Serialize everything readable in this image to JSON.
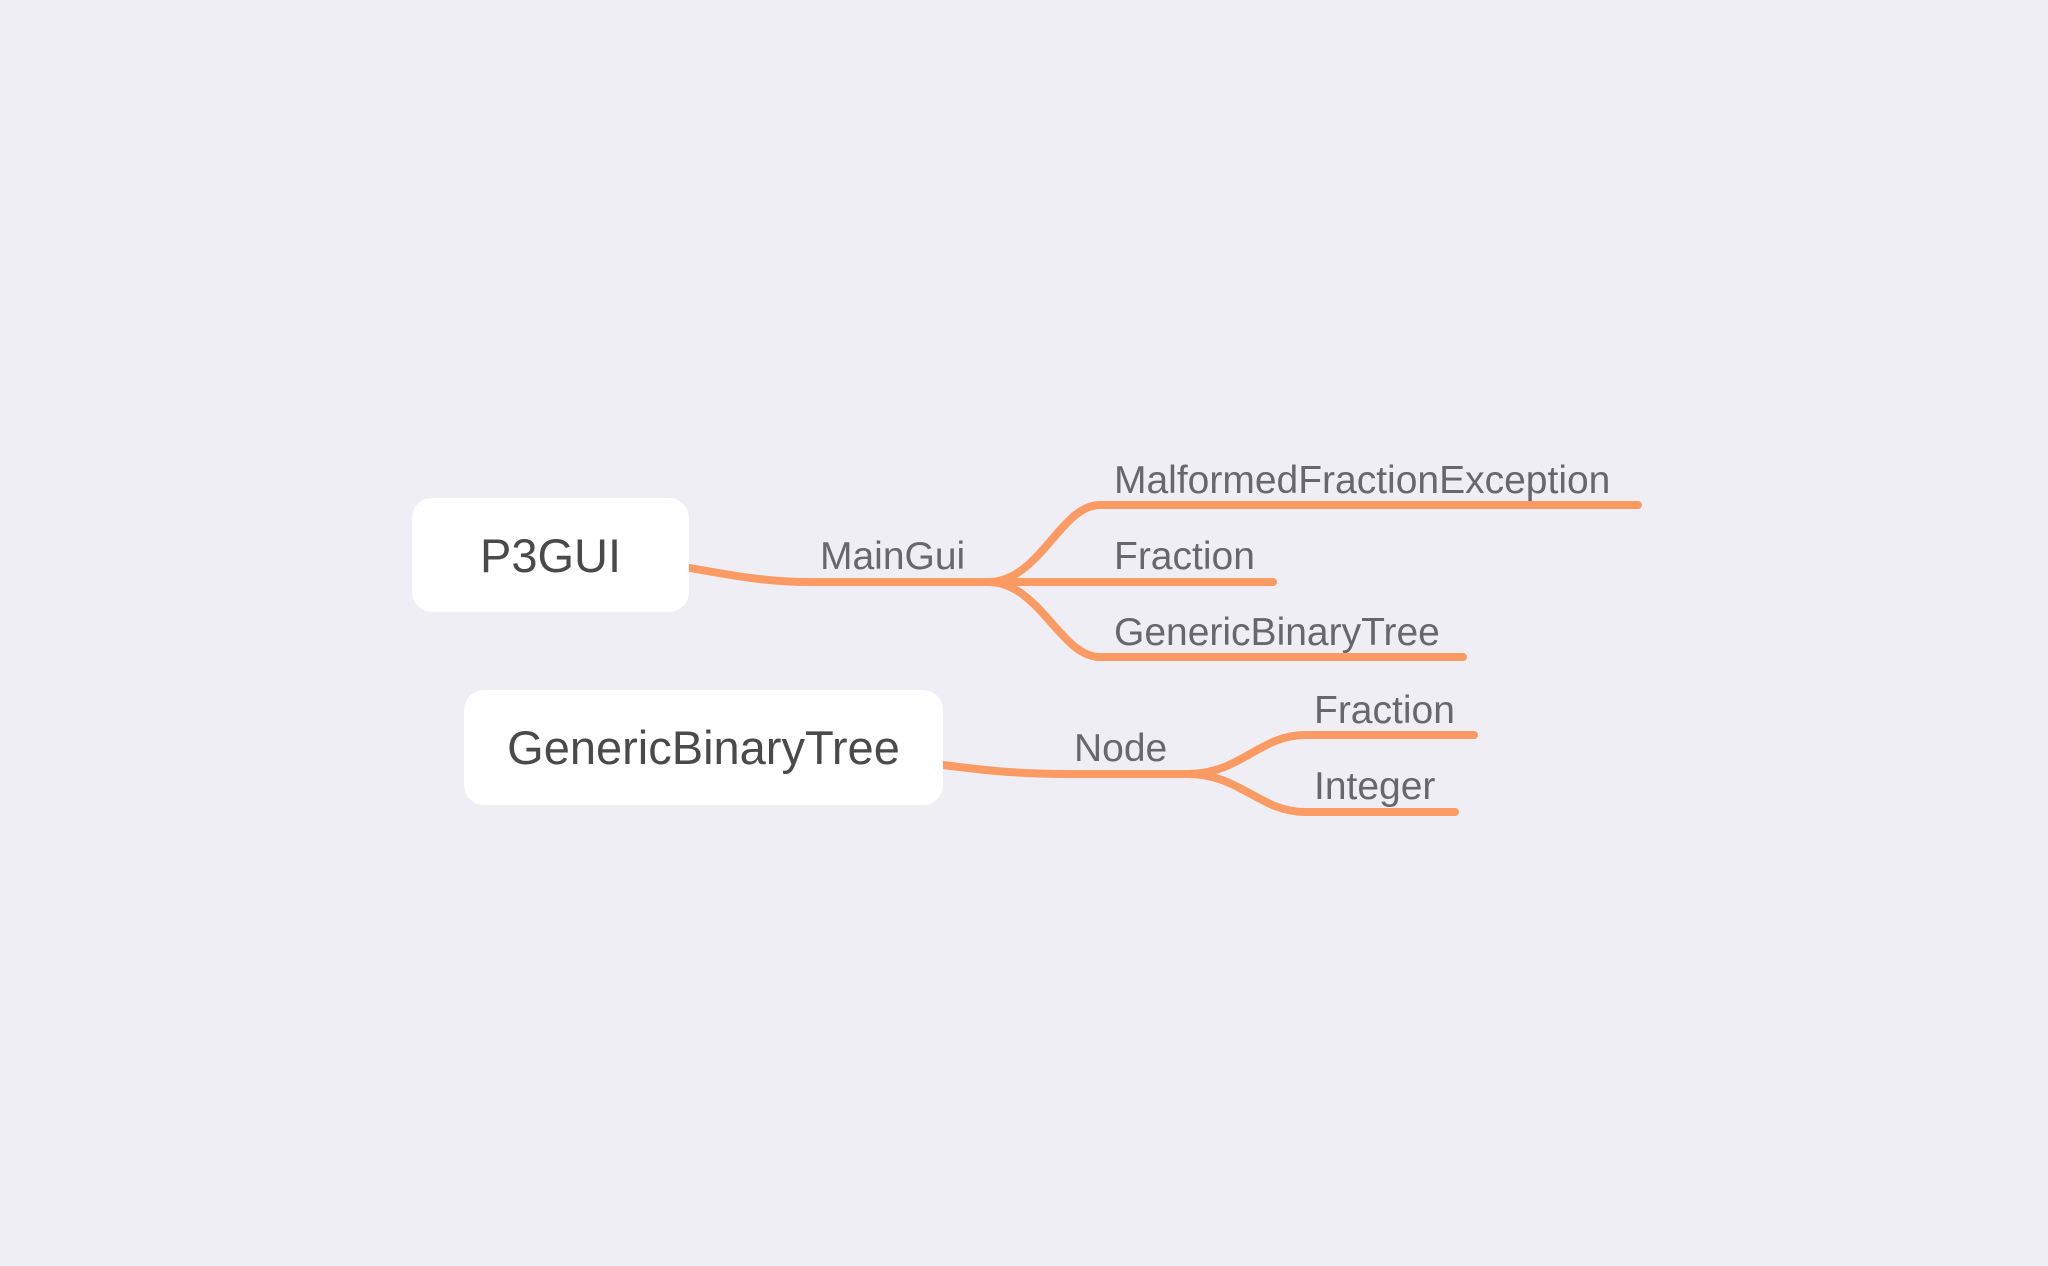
{
  "colors": {
    "background": "#efeef4",
    "branch_line": "#fb9a62",
    "node_fill": "#ffffff",
    "root_text": "#4a4a4c",
    "branch_text": "#68676d"
  },
  "mind_maps": [
    {
      "root": "P3GUI",
      "child": "MainGui",
      "leaves": [
        "MalformedFractionException",
        "Fraction",
        "GenericBinaryTree"
      ]
    },
    {
      "root": "GenericBinaryTree",
      "child": "Node",
      "leaves": [
        "Fraction",
        "Integer"
      ]
    }
  ]
}
